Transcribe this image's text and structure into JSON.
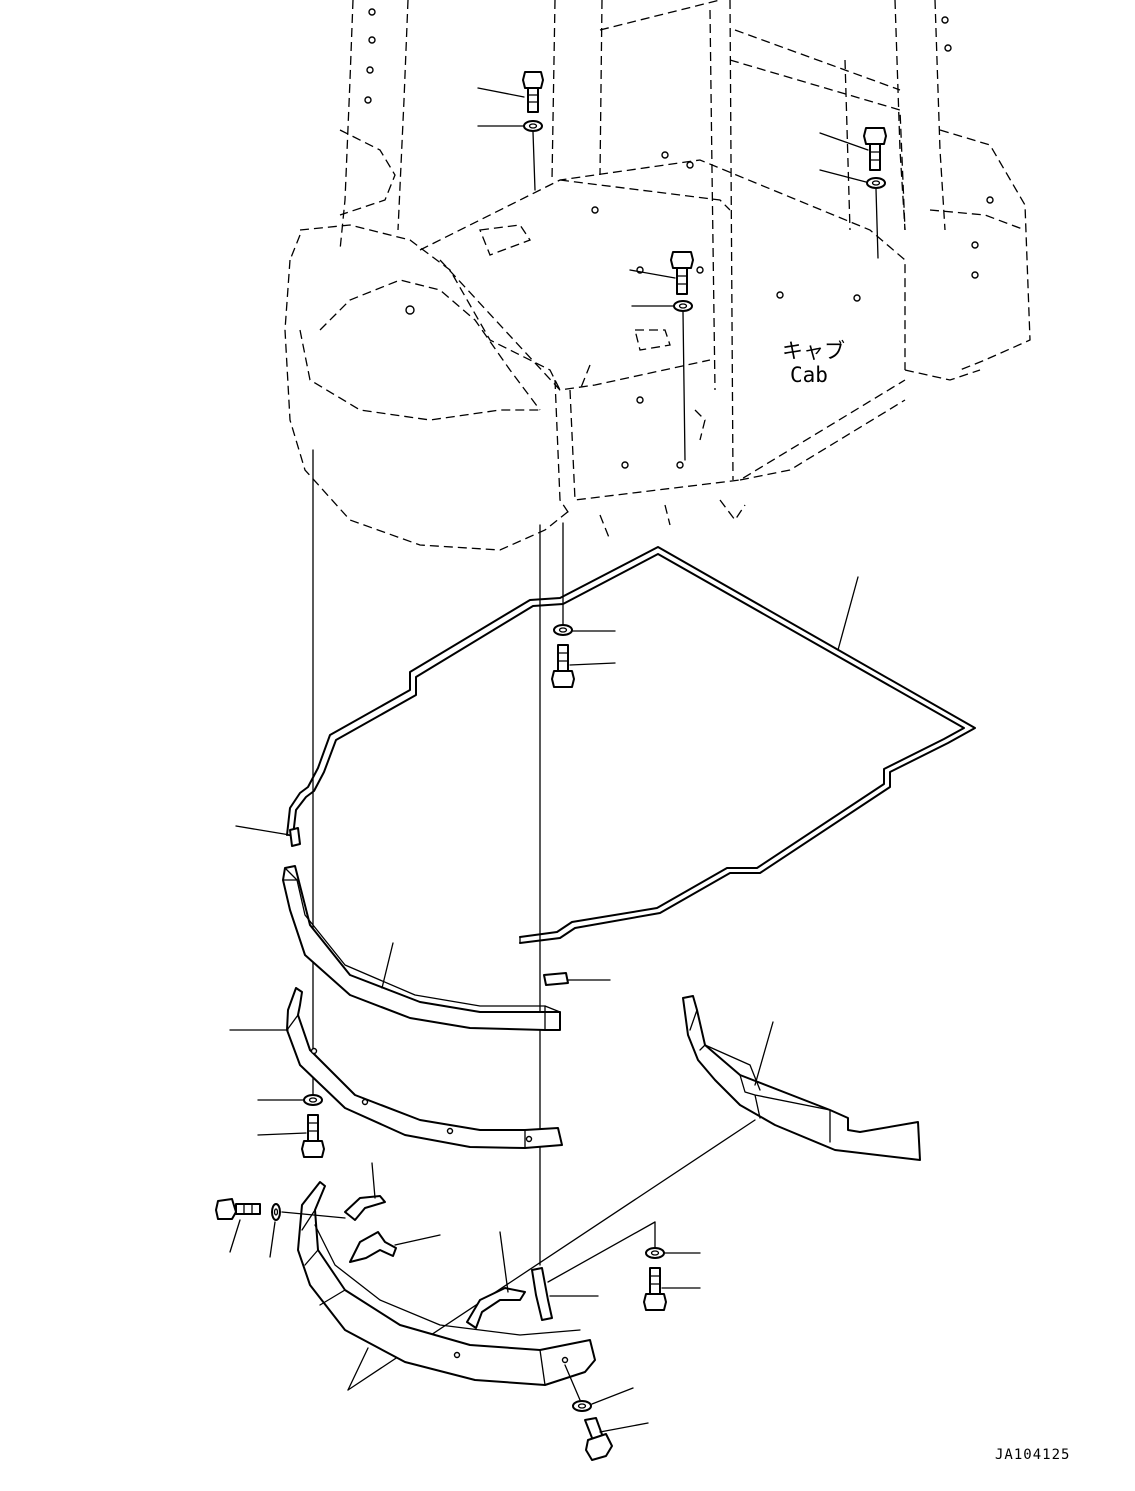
{
  "labels": {
    "cab_jp": "キャブ",
    "cab_en": "Cab"
  },
  "drawing_code": "JA104125"
}
